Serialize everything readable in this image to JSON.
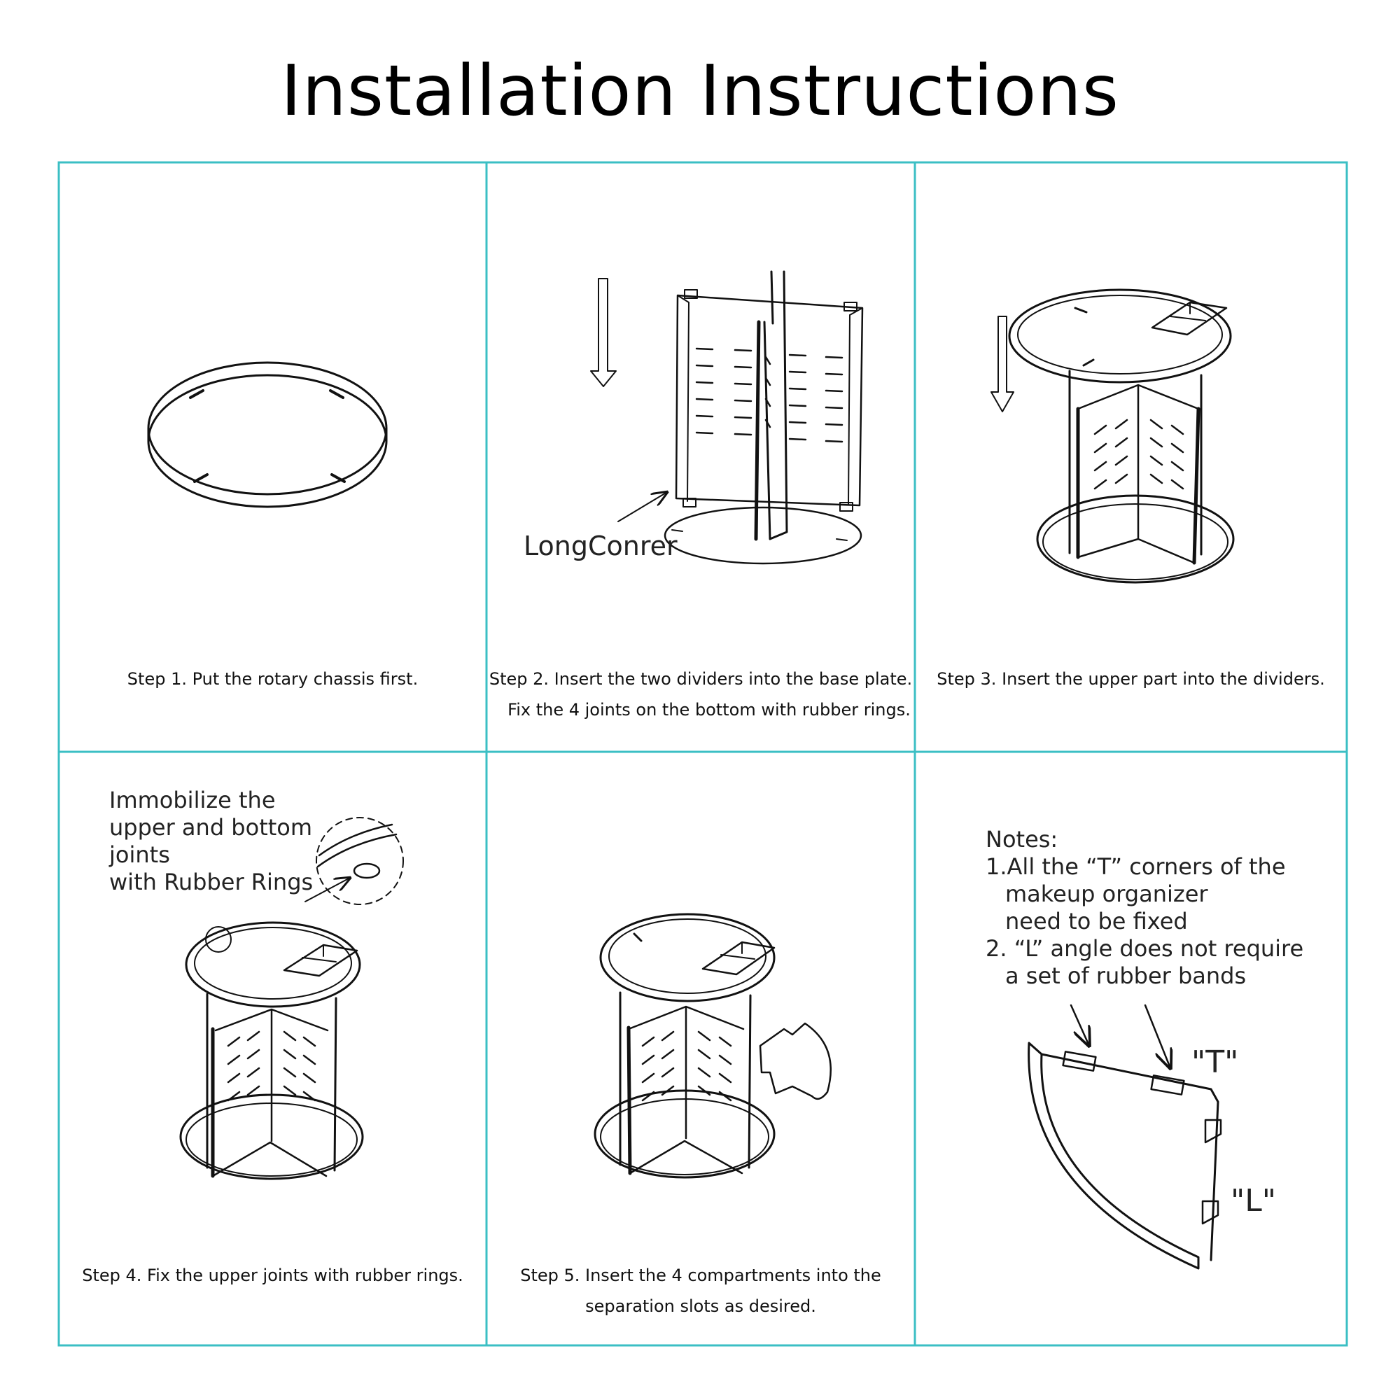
{
  "title": "Installation Instructions",
  "colors": {
    "grid_border": "#3bbfc4",
    "line": "#111111"
  },
  "steps": [
    {
      "id": 1,
      "text": "Step 1. Put the rotary chassis first."
    },
    {
      "id": 2,
      "line1": "Step 2. Insert the two dividers into the base plate.",
      "line2": "Fix the 4 joints on the bottom with rubber rings.",
      "callout": "LongConrer"
    },
    {
      "id": 3,
      "text": "Step 3. Insert the upper part into the dividers."
    },
    {
      "id": 4,
      "text": "Step 4. Fix the upper joints with rubber rings.",
      "callout": [
        "Immobilize the",
        "upper and bottom",
        "joints",
        "with Rubber Rings"
      ]
    },
    {
      "id": 5,
      "line1": "Step 5. Insert the 4 compartments into the",
      "line2": "separation slots as desired."
    }
  ],
  "notes": {
    "heading": "Notes:",
    "lines": [
      "1.All the “T” corners of the",
      "makeup organizer",
      "need to be fixed",
      "2.  “L” angle does not require",
      "a set of rubber bands"
    ],
    "label_t": "\"T\"",
    "label_l": "\"L\""
  }
}
